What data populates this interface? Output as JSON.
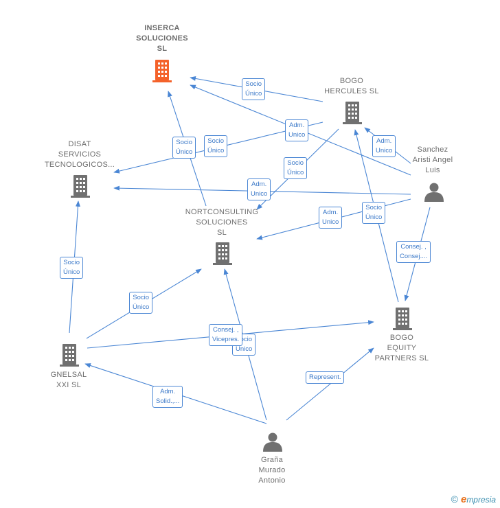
{
  "colors": {
    "edge": "#4a86d4",
    "building_default": "#707070",
    "building_highlight": "#f4622a",
    "person": "#707070",
    "label_text": "#6d6d6d",
    "edge_label_text": "#3a78c8"
  },
  "nodes": {
    "inserca": {
      "label": "INSERCA\nSOLUCIONES\nSL",
      "icon": "building-icon",
      "highlight": true
    },
    "bogo_hercules": {
      "label": "BOGO\nHERCULES  SL",
      "icon": "building-icon"
    },
    "disat": {
      "label": "DISAT\nSERVICIOS\nTECNOLOGICOS...",
      "icon": "building-icon"
    },
    "sanchez": {
      "label": "Sanchez\nAristi Angel\nLuis",
      "icon": "person-icon"
    },
    "nortconsulting": {
      "label": "NORTCONSULTING\nSOLUCIONES\nSL",
      "icon": "building-icon"
    },
    "bogo_equity": {
      "label": "BOGO\nEQUITY\nPARTNERS  SL",
      "icon": "building-icon"
    },
    "gnelsal": {
      "label": "GNELSAL\nXXI  SL",
      "icon": "building-icon"
    },
    "grana": {
      "label": "Graña\nMurado\nAntonio",
      "icon": "person-icon"
    }
  },
  "edge_labels": {
    "bh_ins_socio": "Socio\nÚnico",
    "ns_ins_socio": "Socio\nÚnico",
    "bh_disat_socio": "Socio\nÚnico",
    "san_ins_adm": "Adm.\nUnico",
    "san_bh_adm": "Adm.\nUnico",
    "bh_ns_socio": "Socio\nÚnico",
    "san_disat_adm": "Adm.\nUnico",
    "san_ns_adm": "Adm.\nUnico",
    "be_bh_socio": "Socio\nÚnico",
    "san_be_consej": "Consej. ,\nConsej....",
    "gn_disat_socio": "Socio\nÚnico",
    "gn_ns_socio": "Socio\nÚnico",
    "grana_ns_socio": "Socio\nÚnico",
    "gn_be_consej": "Consej. ,\nVicepres.",
    "grana_gn_adm": "Adm.\nSolid.,...",
    "grana_be_represent": "Represent."
  },
  "copyright": {
    "symbol": "©",
    "brand_initial": "e",
    "brand_rest": "mpresia"
  }
}
